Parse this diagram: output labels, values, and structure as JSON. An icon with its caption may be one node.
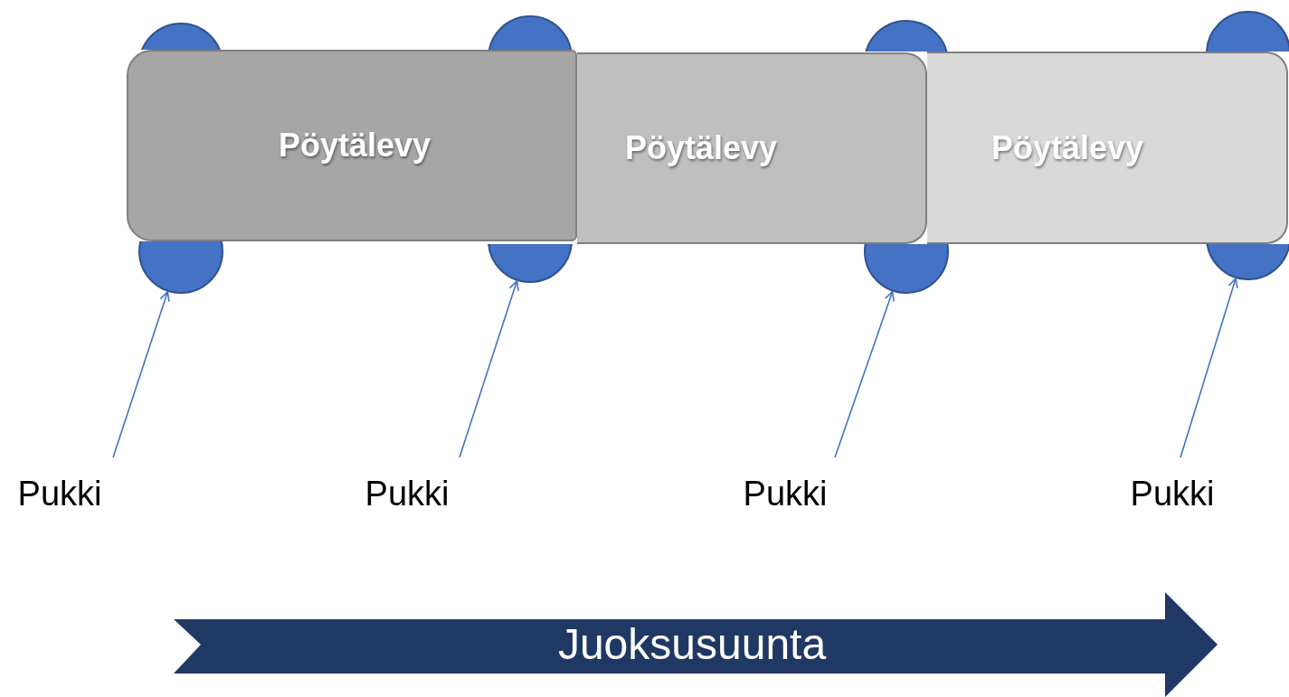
{
  "diagram": {
    "nodes": [
      {
        "text": [
          "Pöytälevy"
        ]
      },
      {
        "text": [
          "Pöytälevy"
        ]
      },
      {
        "text": [
          "Pöytälevy"
        ]
      },
      {
        "text": [],
        "shape": "circle"
      },
      {
        "text": [],
        "shape": "circle"
      },
      {
        "text": [],
        "shape": "circle"
      },
      {
        "text": [],
        "shape": "circle"
      },
      {
        "text": [],
        "shape": "circle"
      },
      {
        "text": [],
        "shape": "circle"
      },
      {
        "text": [],
        "shape": "circle"
      },
      {
        "text": [],
        "shape": "circle"
      },
      {
        "text": [
          "Pukki"
        ]
      },
      {
        "text": [
          "Pukki"
        ]
      },
      {
        "text": [
          "Pukki"
        ]
      },
      {
        "text": [
          "Pukki"
        ]
      },
      {
        "text": [
          "Juoksusuunta"
        ]
      }
    ],
    "edges": [
      {
        "from": 11,
        "to": 7,
        "arrow": "to"
      },
      {
        "from": 12,
        "to": 8,
        "arrow": "to"
      },
      {
        "from": 13,
        "to": 9,
        "arrow": "to"
      },
      {
        "from": 14,
        "to": 10,
        "arrow": "to"
      }
    ]
  }
}
